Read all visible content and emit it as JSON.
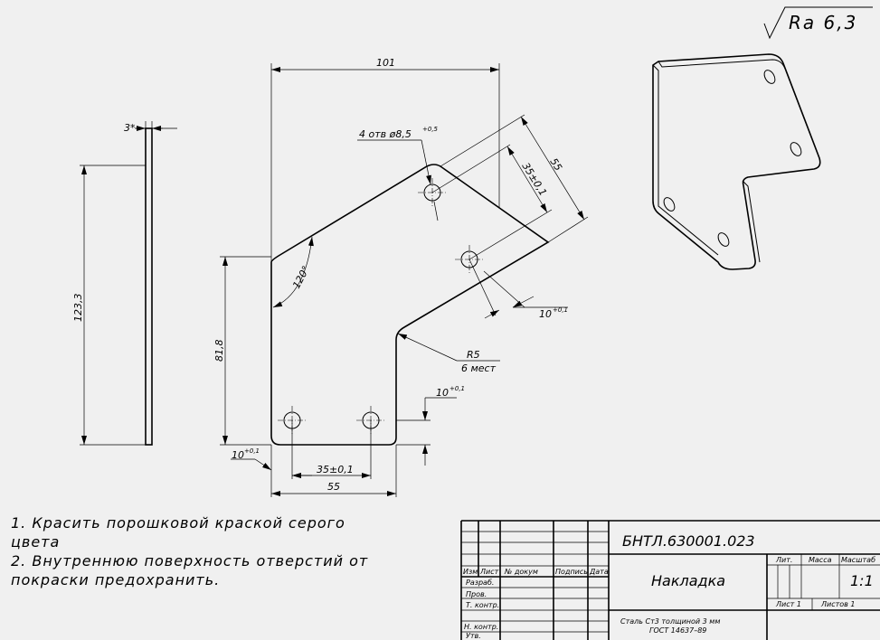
{
  "roughness": "Ra 6,3",
  "dimensions": {
    "width_101": "101",
    "thickness_3": "3*",
    "height_123": "123,3",
    "height_81": "81,8",
    "holes_note": "4 отв ø8,5",
    "holes_tol": "+0,5",
    "dim_55_angled": "55",
    "dim_35_angled": "35±0,1",
    "angle_120": "120°",
    "dim_10_angled": "10",
    "radius": "R5",
    "radius_count": "6 мест",
    "dim_10_right": "10",
    "dim_10_left": "10",
    "tol_01": "+0,1",
    "dim_35_bottom": "35±0,1",
    "dim_55_bottom": "55"
  },
  "notes": [
    "1.  Красить порошковой краской серого",
    "цвета",
    "2.  Внутреннюю поверхность отверстий от",
    "покраски предохранить."
  ],
  "title_block": {
    "designation": "БНТЛ.630001.023",
    "name": "Накладка",
    "material_line1": "Сталь Ст3 толщиной 3 мм",
    "material_line2": "ГОСТ 14637–89",
    "col_izm": "Изм",
    "col_list": "Лист",
    "col_doc": "№ докум",
    "col_sign": "Подпись",
    "col_date": "Дата",
    "row_razrab": "Разраб.",
    "row_prov": "Пров.",
    "row_tkontr": "Т. контр.",
    "row_nkontr": "Н. контр.",
    "row_utv": "Утв.",
    "lit": "Лит.",
    "mass": "Масса",
    "scale_label": "Масштаб",
    "scale_value": "1:1",
    "sheet": "Лист 1",
    "sheets": "Листов 1"
  }
}
